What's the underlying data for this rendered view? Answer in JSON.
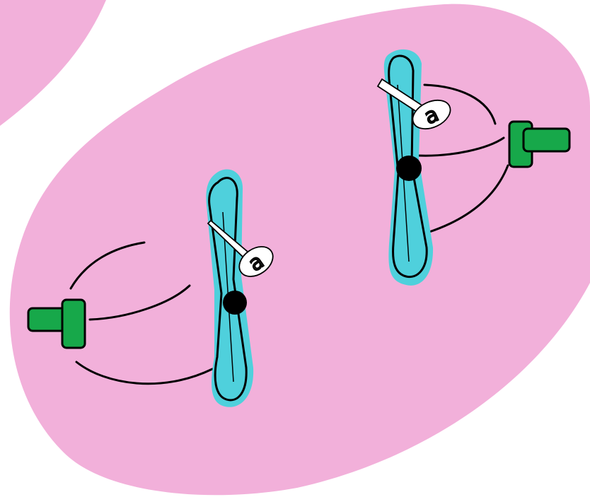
{
  "colors": {
    "background": "#ffffff",
    "cell_fill": "#f2b0da",
    "chromosome_fill": "#4fd0dc",
    "outline": "#000000",
    "centromere": "#000000",
    "gene_tag_fill": "#ffffff",
    "centrosome_fill": "#17a84a"
  },
  "diagram": {
    "chromosomes": [
      {
        "id": "left",
        "allele_label": "a"
      },
      {
        "id": "right",
        "allele_label": "a"
      }
    ],
    "centrosomes": [
      {
        "id": "left"
      },
      {
        "id": "right"
      }
    ]
  }
}
